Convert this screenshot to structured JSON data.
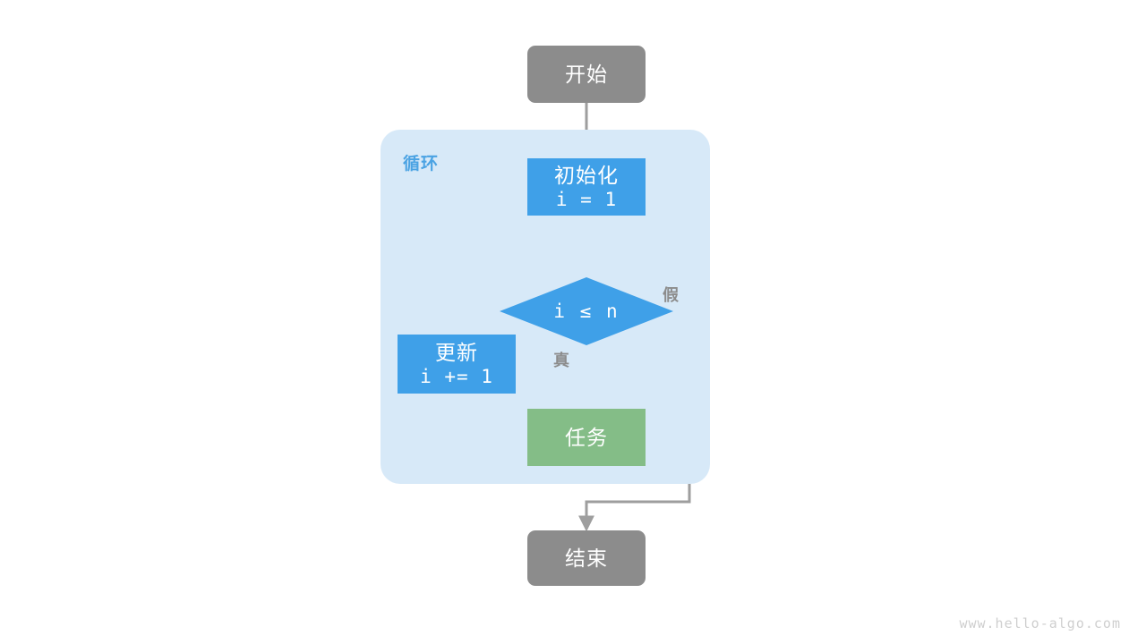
{
  "diagram": {
    "title": "",
    "watermark": "www.hello-algo.com",
    "colors": {
      "terminal": "#8c8c8c",
      "process": "#3fa0e8",
      "task": "#84bd87",
      "loop_container": "#d7e9f8",
      "loop_label": "#4ba3e3",
      "edge": "#9e9e9e",
      "node_text": "#ffffff",
      "watermark": "#cfcfcf"
    },
    "loop_group": {
      "label": "循环"
    },
    "nodes": {
      "start": {
        "label": "开始",
        "shape": "rounded-rect"
      },
      "init": {
        "line1": "初始化",
        "line2": "i = 1",
        "shape": "rect"
      },
      "decision": {
        "label": "i ≤ n",
        "shape": "diamond"
      },
      "update": {
        "line1": "更新",
        "line2": "i += 1",
        "shape": "rect"
      },
      "task": {
        "label": "任务",
        "shape": "rect"
      },
      "end": {
        "label": "结束",
        "shape": "rounded-rect"
      }
    },
    "edge_labels": {
      "true": "真",
      "false": "假"
    }
  }
}
